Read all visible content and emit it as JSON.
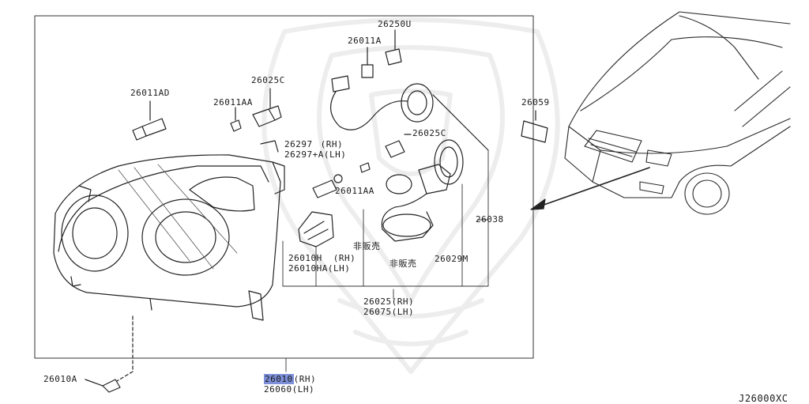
{
  "diagram": {
    "reference_code": "J26000XC",
    "parts": [
      {
        "number": "26250U"
      },
      {
        "number": "26011A"
      },
      {
        "number": "26025C"
      },
      {
        "number": "26011AD"
      },
      {
        "number": "26011AA"
      },
      {
        "number": "26025C"
      },
      {
        "number": "26297",
        "side": "(RH)"
      },
      {
        "number": "26297+A",
        "side": "(LH)"
      },
      {
        "number": "26011AA"
      },
      {
        "number": "26059"
      },
      {
        "number": "26038"
      },
      {
        "number": "26010H",
        "side": "(RH)"
      },
      {
        "number": "26010HA",
        "side": "(LH)"
      },
      {
        "number": "26029M"
      },
      {
        "number": "26025",
        "side": "(RH)"
      },
      {
        "number": "26075",
        "side": "(LH)"
      },
      {
        "number": "26010A"
      },
      {
        "number": "26010",
        "side": "(RH)"
      },
      {
        "number": "26060",
        "side": "(LH)"
      }
    ],
    "not_for_sale_notes": [
      "非販売",
      "非販売"
    ],
    "highlight_color": "#7d8fd8"
  }
}
